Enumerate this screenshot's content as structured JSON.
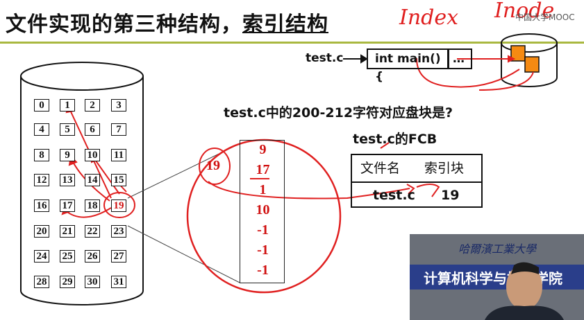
{
  "title": {
    "main": "文件实现的第三种结构，",
    "underlined": "索引结构"
  },
  "handwriting": {
    "index": "Index",
    "inode": "Inode"
  },
  "watermark": "中国大学MOOC",
  "pointer": {
    "filename": "test.c",
    "code": "int main() {",
    "ellipsis": "…"
  },
  "question": "test.c中的200-212字符对应盘块是?",
  "fcb": {
    "title": "test.c的FCB",
    "col_name": "文件名",
    "col_index": "索引块",
    "file": "test.c",
    "block": "19"
  },
  "disk_blocks": [
    [
      "0",
      "1",
      "2",
      "3"
    ],
    [
      "4",
      "5",
      "6",
      "7"
    ],
    [
      "8",
      "9",
      "10",
      "11"
    ],
    [
      "12",
      "13",
      "14",
      "15"
    ],
    [
      "16",
      "17",
      "18",
      "19"
    ],
    [
      "20",
      "21",
      "22",
      "23"
    ],
    [
      "24",
      "25",
      "26",
      "27"
    ],
    [
      "28",
      "29",
      "30",
      "31"
    ]
  ],
  "index_block": {
    "label": "19",
    "entries": [
      "9",
      "17",
      "1",
      "10",
      "-1",
      "-1",
      "-1"
    ]
  },
  "webcam": {
    "banner": "计算机科学与技术学院",
    "school": "哈爾濱工業大學"
  }
}
